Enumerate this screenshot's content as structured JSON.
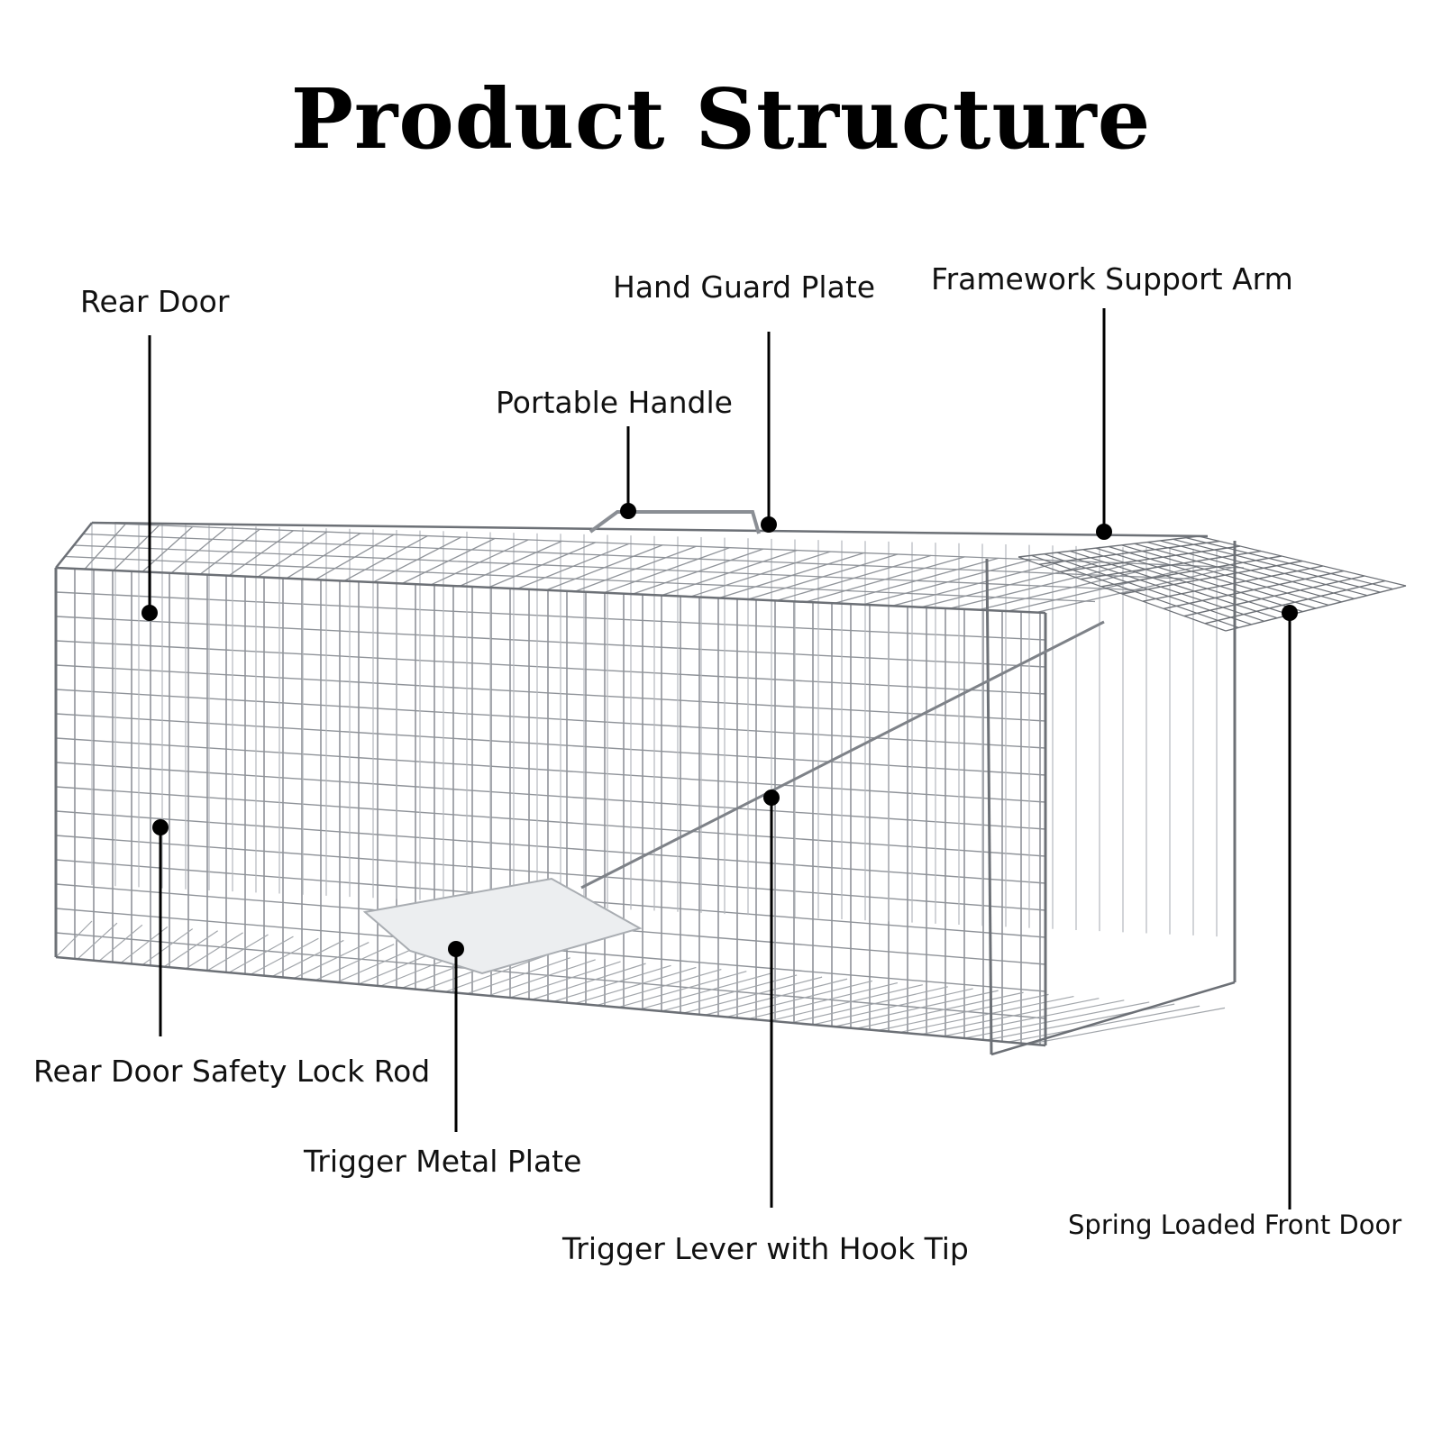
{
  "title": "Product Structure",
  "colors": {
    "text": "#111111",
    "wire": "#8f9399",
    "wire_dark": "#6c7076",
    "plate": "#e9eaec",
    "leader": "#000000"
  },
  "callouts": {
    "rear_door": "Rear Door",
    "hand_guard_plate": "Hand Guard Plate",
    "framework_support_arm": "Framework Support Arm",
    "portable_handle": "Portable Handle",
    "rear_door_safety_lock_rod": "Rear Door Safety Lock Rod",
    "trigger_metal_plate": "Trigger Metal Plate",
    "trigger_lever_with_hook_tip": "Trigger Lever with Hook Tip",
    "spring_loaded_front_door": "Spring Loaded Front Door"
  }
}
